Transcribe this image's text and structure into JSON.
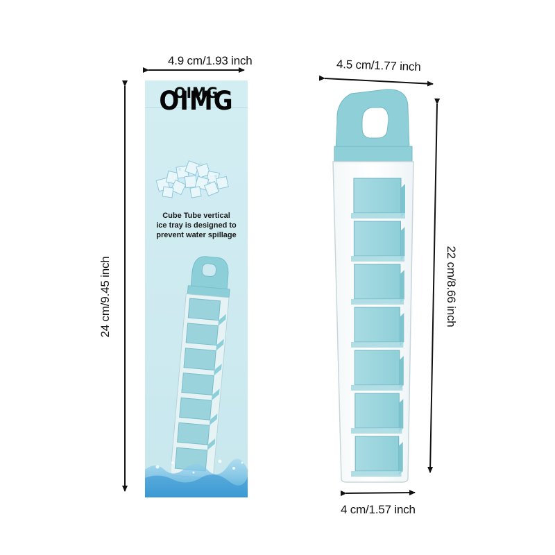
{
  "dimensions": {
    "box_width": "4.9 cm/1.93 inch",
    "box_height": "24 cm/9.45 inch",
    "tube_top_width": "4.5 cm/1.77 inch",
    "tube_height": "22 cm/8.66 inch",
    "tube_bottom_width": "4 cm/1.57 inch"
  },
  "box": {
    "brand_small": "OIMG",
    "brand_large": "OIMG",
    "description_lines": [
      "Cube Tube vertical",
      "ice tray is designed to",
      "prevent water spillage"
    ]
  },
  "colors": {
    "box_background": "#cdeaf0",
    "tube_accent": "#8fcfd8",
    "arrow": "#111111"
  },
  "tube": {
    "compartments": 7
  }
}
